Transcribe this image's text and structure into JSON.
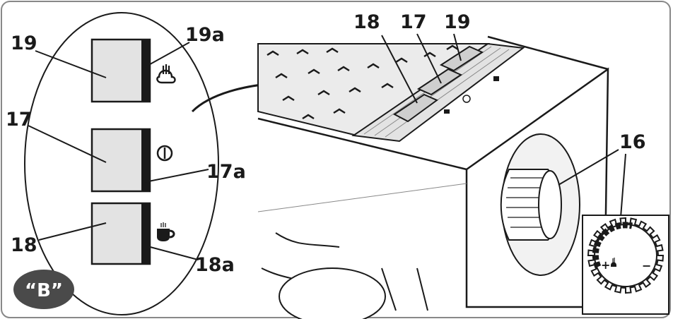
{
  "figure_badge": "“B”",
  "buttons": [
    {
      "number": "19",
      "indicator": "19a",
      "icon": "steam-icon"
    },
    {
      "number": "17",
      "indicator": "17a",
      "icon": "power-icon"
    },
    {
      "number": "18",
      "indicator": "18a",
      "icon": "cup-icon"
    }
  ],
  "machine_labels": {
    "left": "18",
    "mid": "17",
    "right": "19"
  },
  "dial": {
    "label": "16",
    "plus": "+",
    "minus": "−"
  },
  "colors": {
    "frame": "#888888",
    "line": "#1a1a1a",
    "button_fill": "#e3e3e3",
    "panel": "#ebebeb",
    "badge": "#4a4a4a"
  }
}
